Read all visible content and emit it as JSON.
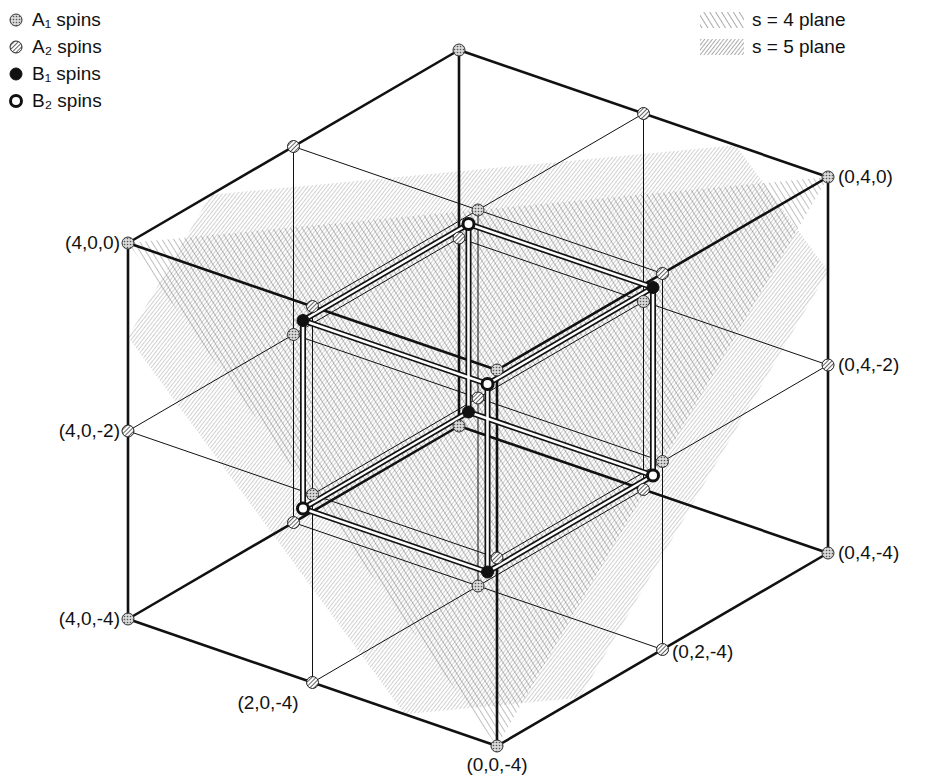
{
  "diagram": {
    "labels": [
      "(4,0,0)",
      "(0,4,0)",
      "(0,4,-2)",
      "(4,0,-2)",
      "(0,4,-4)",
      "(4,0,-4)",
      "(0,2,-4)",
      "(2,0,-4)",
      "(0,0,-4)"
    ],
    "legend": [
      {
        "text": "A₁ spins"
      },
      {
        "text": "A₂ spins"
      },
      {
        "text": "B₁ spins"
      },
      {
        "text": "B₂ spins"
      },
      {
        "text": "s = 4 plane"
      },
      {
        "text": "s = 5 plane"
      }
    ]
  }
}
